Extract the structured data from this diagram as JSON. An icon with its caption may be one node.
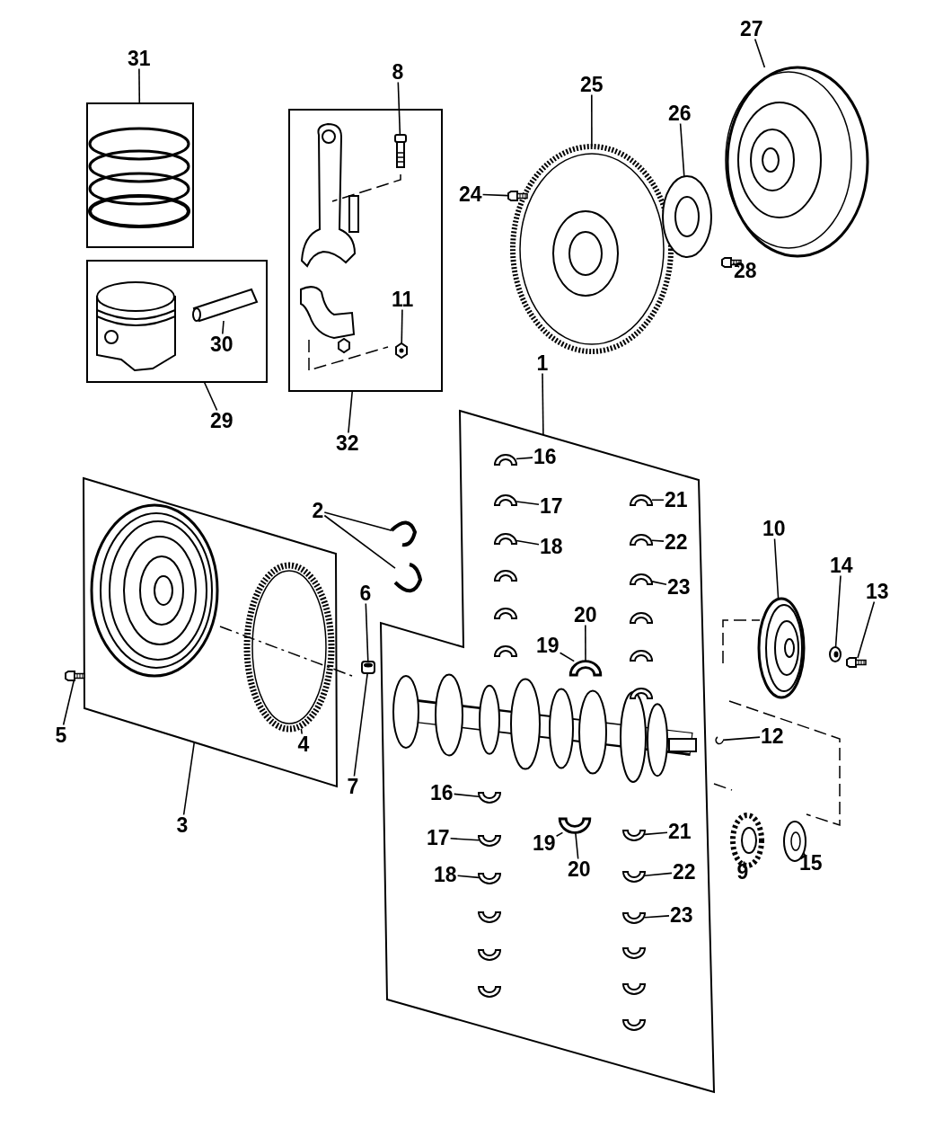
{
  "diagram": {
    "nodes": [
      {
        "text": [
          "31"
        ]
      },
      {
        "text": [],
        "shape": "box"
      },
      {
        "text": [],
        "shape": "box"
      },
      {
        "text": [
          "8"
        ]
      },
      {
        "text": [
          "11"
        ],
        "in": 2
      },
      {
        "text": [
          "32"
        ]
      },
      {
        "text": [],
        "shape": "box"
      },
      {
        "text": [
          "30"
        ],
        "in": 6
      },
      {
        "text": [
          "29"
        ]
      },
      {
        "text": [
          "27"
        ]
      },
      {
        "text": [
          "25"
        ]
      },
      {
        "text": [
          "26"
        ]
      },
      {
        "text": [
          "24"
        ]
      },
      {
        "text": [
          "28"
        ]
      },
      {
        "text": [
          "1"
        ]
      },
      {
        "text": [],
        "shape": "box"
      },
      {
        "text": [
          "16"
        ],
        "in": 15
      },
      {
        "text": [
          "17"
        ],
        "in": 15
      },
      {
        "text": [
          "18"
        ],
        "in": 15
      },
      {
        "text": [
          "21"
        ],
        "in": 15
      },
      {
        "text": [
          "22"
        ],
        "in": 15
      },
      {
        "text": [
          "23"
        ],
        "in": 15
      },
      {
        "text": [
          "20"
        ],
        "in": 15
      },
      {
        "text": [
          "19"
        ],
        "in": 15
      },
      {
        "text": [
          "16"
        ],
        "in": 15
      },
      {
        "text": [
          "17"
        ],
        "in": 15
      },
      {
        "text": [
          "18"
        ],
        "in": 15
      },
      {
        "text": [
          "19"
        ],
        "in": 15
      },
      {
        "text": [
          "20"
        ],
        "in": 15
      },
      {
        "text": [
          "21"
        ],
        "in": 15
      },
      {
        "text": [
          "22"
        ],
        "in": 15
      },
      {
        "text": [
          "23"
        ],
        "in": 15
      },
      {
        "text": [
          "2"
        ]
      },
      {
        "text": [],
        "shape": "box"
      },
      {
        "text": [
          "4"
        ],
        "in": 33
      },
      {
        "text": [
          "5"
        ]
      },
      {
        "text": [
          "6"
        ]
      },
      {
        "text": [
          "7"
        ]
      },
      {
        "text": [
          "3"
        ]
      },
      {
        "text": [
          "10"
        ]
      },
      {
        "text": [
          "14"
        ]
      },
      {
        "text": [
          "13"
        ]
      },
      {
        "text": [
          "12"
        ]
      },
      {
        "text": [
          "9"
        ]
      },
      {
        "text": [
          "15"
        ]
      },
      {
        "text": [],
        "shape": "picture",
        "in": 2
      },
      {
        "text": [],
        "shape": "picture",
        "in": 2
      },
      {
        "text": [],
        "shape": "picture",
        "in": 6
      },
      {
        "text": [],
        "shape": "picture"
      },
      {
        "text": [],
        "shape": "picture"
      },
      {
        "text": [],
        "shape": "picture"
      },
      {
        "text": [],
        "shape": "picture"
      },
      {
        "text": [],
        "shape": "picture"
      },
      {
        "text": [],
        "shape": "picture",
        "in": 15
      },
      {
        "text": [],
        "shape": "picture",
        "in": 15
      },
      {
        "text": [],
        "shape": "picture",
        "in": 15
      },
      {
        "text": [],
        "shape": "picture",
        "in": 15
      },
      {
        "text": [],
        "shape": "picture",
        "in": 15
      },
      {
        "text": [],
        "shape": "picture",
        "in": 15
      },
      {
        "text": [],
        "shape": "picture",
        "in": 15
      },
      {
        "text": [],
        "shape": "picture",
        "in": 15
      },
      {
        "text": [],
        "shape": "picture",
        "in": 15
      },
      {
        "text": [],
        "shape": "picture",
        "in": 15
      },
      {
        "text": [],
        "shape": "picture",
        "in": 15
      },
      {
        "text": [],
        "shape": "picture",
        "in": 15
      },
      {
        "text": [],
        "shape": "picture",
        "in": 15
      },
      {
        "text": [],
        "shape": "picture",
        "in": 15
      },
      {
        "text": [],
        "shape": "picture"
      },
      {
        "text": [],
        "shape": "picture"
      },
      {
        "text": [],
        "shape": "picture",
        "in": 33
      },
      {
        "text": [],
        "shape": "picture"
      },
      {
        "text": [],
        "shape": "picture"
      },
      {
        "text": [],
        "shape": "picture"
      },
      {
        "text": [],
        "shape": "picture"
      },
      {
        "text": [],
        "shape": "picture"
      },
      {
        "text": [],
        "shape": "picture"
      },
      {
        "text": [],
        "shape": "picture"
      },
      {
        "text": [],
        "shape": "picture"
      }
    ],
    "edges": [
      {
        "from": 0,
        "to": 1,
        "arrow": "none"
      },
      {
        "from": 3,
        "to": 45,
        "arrow": "none"
      },
      {
        "from": 4,
        "to": 46,
        "arrow": "none"
      },
      {
        "from": 5,
        "to": 2,
        "arrow": "none"
      },
      {
        "from": 7,
        "to": 47,
        "arrow": "none"
      },
      {
        "from": 8,
        "to": 6,
        "arrow": "none"
      },
      {
        "from": 9,
        "to": 48,
        "arrow": "none"
      },
      {
        "from": 10,
        "to": 49,
        "arrow": "none"
      },
      {
        "from": 11,
        "to": 50,
        "arrow": "none"
      },
      {
        "from": 12,
        "to": 51,
        "arrow": "none"
      },
      {
        "from": 13,
        "to": 52,
        "arrow": "none"
      },
      {
        "from": 14,
        "to": 15,
        "arrow": "none"
      },
      {
        "from": 16,
        "to": 53,
        "arrow": "none"
      },
      {
        "from": 17,
        "to": 54,
        "arrow": "none"
      },
      {
        "from": 18,
        "to": 55,
        "arrow": "none"
      },
      {
        "from": 19,
        "to": 56,
        "arrow": "none"
      },
      {
        "from": 20,
        "to": 57,
        "arrow": "none"
      },
      {
        "from": 21,
        "to": 58,
        "arrow": "none"
      },
      {
        "from": 22,
        "to": 59,
        "arrow": "none"
      },
      {
        "from": 23,
        "to": 59,
        "arrow": "none"
      },
      {
        "from": 24,
        "to": 60,
        "arrow": "none"
      },
      {
        "from": 25,
        "to": 61,
        "arrow": "none"
      },
      {
        "from": 26,
        "to": 62,
        "arrow": "none"
      },
      {
        "from": 27,
        "to": 66,
        "arrow": "none"
      },
      {
        "from": 28,
        "to": 66,
        "arrow": "none"
      },
      {
        "from": 29,
        "to": 63,
        "arrow": "none"
      },
      {
        "from": 30,
        "to": 64,
        "arrow": "none"
      },
      {
        "from": 31,
        "to": 65,
        "arrow": "none"
      },
      {
        "from": 32,
        "to": 67,
        "arrow": "none"
      },
      {
        "from": 32,
        "to": 68,
        "arrow": "none"
      },
      {
        "from": 34,
        "to": 69,
        "arrow": "none"
      },
      {
        "from": 35,
        "to": 70,
        "arrow": "none"
      },
      {
        "from": 36,
        "to": 71,
        "arrow": "none"
      },
      {
        "from": 37,
        "to": 71,
        "arrow": "none"
      },
      {
        "from": 38,
        "to": 33,
        "arrow": "none"
      },
      {
        "from": 39,
        "to": 72,
        "arrow": "none"
      },
      {
        "from": 40,
        "to": 73,
        "arrow": "none"
      },
      {
        "from": 41,
        "to": 74,
        "arrow": "none"
      },
      {
        "from": 42,
        "to": 75,
        "arrow": "none"
      },
      {
        "from": 43,
        "to": 76,
        "arrow": "none"
      },
      {
        "from": 44,
        "to": 77,
        "arrow": "none"
      }
    ]
  }
}
